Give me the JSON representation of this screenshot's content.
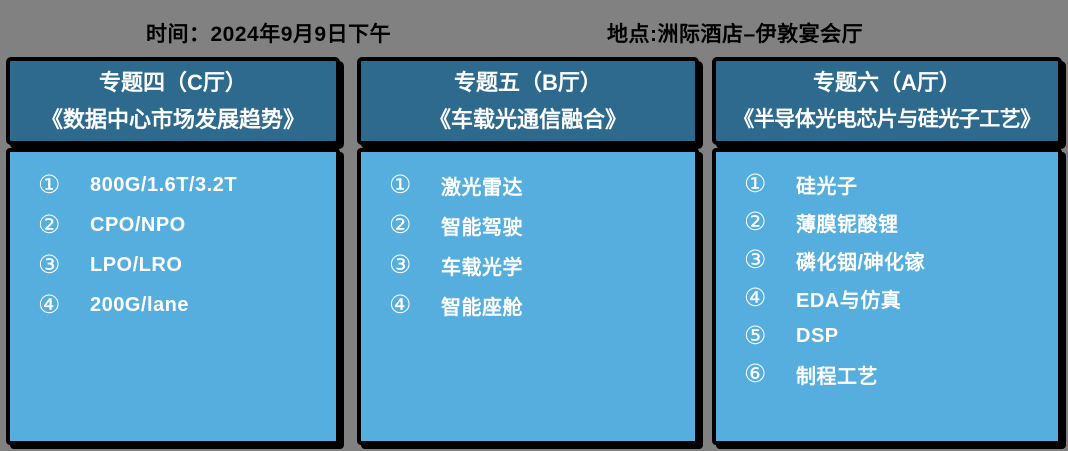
{
  "header": {
    "time_label": "时间：2024年9月9日下午",
    "location_label": "地点:洲际酒店–伊敦宴会厅"
  },
  "colors": {
    "background": "#818181",
    "panel_header_bg": "#2d6a8e",
    "panel_body_bg": "#55aedd",
    "panel_border": "#000000",
    "panel_text": "#ffffff",
    "top_label_text": "#000000"
  },
  "panels": [
    {
      "title": "专题四（C厅）",
      "subtitle": "《数据中心市场发展趋势》",
      "items": [
        {
          "num": "①",
          "label": "800G/1.6T/3.2T"
        },
        {
          "num": "②",
          "label": "CPO/NPO"
        },
        {
          "num": "③",
          "label": "LPO/LRO"
        },
        {
          "num": "④",
          "label": "200G/lane"
        }
      ]
    },
    {
      "title": "专题五（B厅）",
      "subtitle": "《车载光通信融合》",
      "items": [
        {
          "num": "①",
          "label": "激光雷达"
        },
        {
          "num": "②",
          "label": "智能驾驶"
        },
        {
          "num": "③",
          "label": "车载光学"
        },
        {
          "num": "④",
          "label": "智能座舱"
        }
      ]
    },
    {
      "title": "专题六（A厅）",
      "subtitle": "《半导体光电芯片与硅光子工艺》",
      "items": [
        {
          "num": "①",
          "label": "硅光子"
        },
        {
          "num": "②",
          "label": "薄膜铌酸锂"
        },
        {
          "num": "③",
          "label": "磷化铟/砷化镓"
        },
        {
          "num": "④",
          "label": "EDA与仿真"
        },
        {
          "num": "⑤",
          "label": "DSP"
        },
        {
          "num": "⑥",
          "label": "制程工艺"
        }
      ]
    }
  ]
}
